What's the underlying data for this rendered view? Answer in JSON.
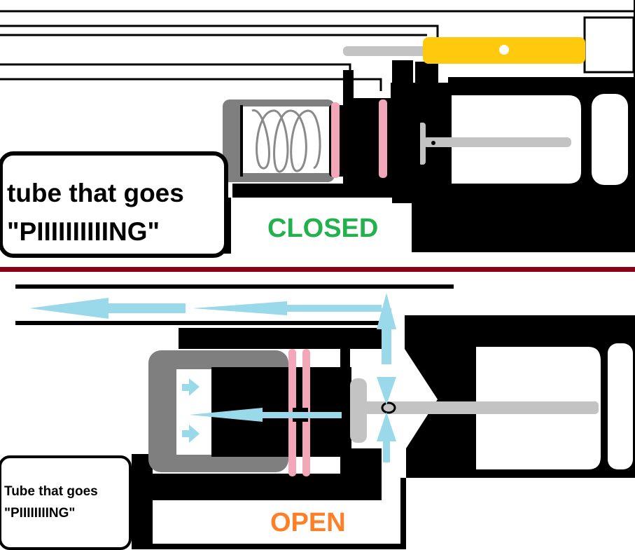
{
  "closed_panel": {
    "callout_text_line1": "tube that goes",
    "callout_text_line2": "\"PIIIIIIIIIING\"",
    "state_label": "CLOSED",
    "state_color": "#22b14c"
  },
  "open_panel": {
    "callout_text_line1": "Tube that goes",
    "callout_text_line2": "\"PIIIIIIIING\"",
    "state_label": "OPEN",
    "state_color": "#ff7f27"
  },
  "colors": {
    "divider": "#880015",
    "seal_ring": "#f4a7b9",
    "airflow_arrow": "#99d9ea",
    "lever": "#ffc90e",
    "housing": "#7f7f7f",
    "rod": "#c3c3c3"
  }
}
